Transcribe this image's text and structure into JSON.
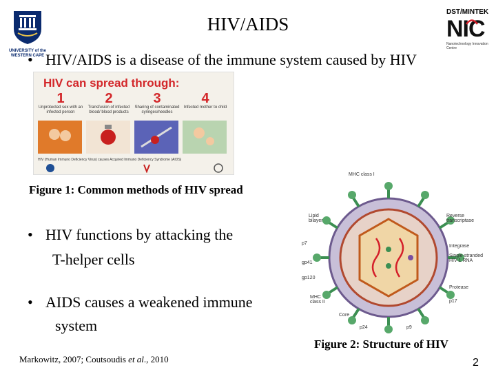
{
  "slide": {
    "title": "HIV/AIDS",
    "bullets": [
      "HIV/AIDS is a disease of the immune system caused by HIV",
      "HIV functions by attacking the",
      "T-helper cells",
      "AIDS causes a weakened immune",
      "system"
    ],
    "bullet_symbol": "•",
    "figure1_caption": "Figure 1: Common methods of HIV spread",
    "figure2_caption": "Figure 2: Structure of HIV",
    "reference_prefix": "Markowitz, 2007; Coutsoudis ",
    "reference_etal": "et al",
    "reference_suffix": "., 2010",
    "page_number": "2"
  },
  "logos": {
    "uwc_line1": "UNIVERSITY of the",
    "uwc_line2": "WESTERN CAPE",
    "nic_top": "DST/MINTEK",
    "nic_big": "NIC",
    "nic_sub": "Nanotechnology Innovation Centre"
  },
  "poster": {
    "headline": "HIV can spread through:",
    "panels": [
      {
        "num": "1",
        "text": "Unprotected sex with an infected person"
      },
      {
        "num": "2",
        "text": "Transfusion of infected blood/ blood products"
      },
      {
        "num": "3",
        "text": "Sharing of contaminated syringes/needles"
      },
      {
        "num": "4",
        "text": "Infected mother to child"
      }
    ],
    "footer": "HIV (Human Immuno Deficiency Virus) causes Acquired Immuno Deficiency Syndrome (AIDS)"
  },
  "hiv_diagram": {
    "labels": {
      "mhc1": "MHC class I",
      "lipid": "Lipid bilayer",
      "rt": "Reverse transcriptase",
      "p7": "p7",
      "integrase": "Integrase",
      "gp41": "gp41",
      "ssrna": "Single-stranded HIV-1 RNA",
      "gp120": "gp120",
      "protease": "Protease",
      "mhc2": "MHC class II",
      "p17": "p17",
      "core": "Core",
      "p24": "p24",
      "p9": "p9"
    }
  },
  "colors": {
    "uwc_blue": "#0a2a6e",
    "nic_red": "#d41f2a",
    "poster_red": "#d3272a",
    "poster_bg": "#f4f1ea"
  }
}
